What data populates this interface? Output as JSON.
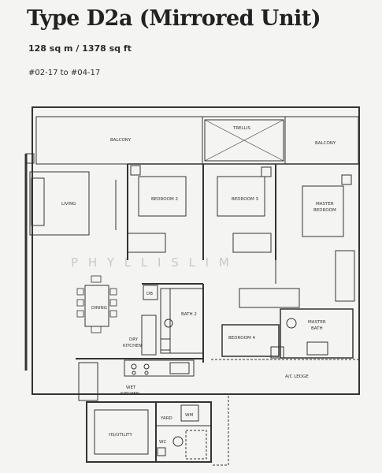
{
  "header": {
    "title": "Type D2a (Mirrored Unit)",
    "area": "128 sq m / 1378 sq ft",
    "units": "#02-17 to #04-17"
  },
  "watermark": "P H Y L L I S   L I M",
  "rooms": {
    "balcony_left": "BALCONY",
    "trellis": "TRELLIS",
    "balcony_right": "BALCONY",
    "living": "LIVING",
    "bedroom2": "BEDROOM 2",
    "bedroom3": "BEDROOM 3",
    "master_bedroom_1": "MASTER",
    "master_bedroom_2": "BEDROOM",
    "dining": "DINING",
    "db": "DB",
    "bath2": "BATH 2",
    "bedroom4": "BEDROOM 4",
    "master_bath_1": "MASTER",
    "master_bath_2": "BATH",
    "dry_kitchen_1": "DRY",
    "dry_kitchen_2": "KITCHEN",
    "ac_ledge": "A/C LEDGE",
    "wet_kitchen_1": "WET",
    "wet_kitchen_2": "KITCHEN",
    "yard": "YARD",
    "wm": "WM",
    "hs_utility": "HS/UTILITY",
    "wc": "WC"
  },
  "colors": {
    "line": "#333333",
    "background": "#f4f4f2",
    "watermark": "#c9c9c9"
  }
}
